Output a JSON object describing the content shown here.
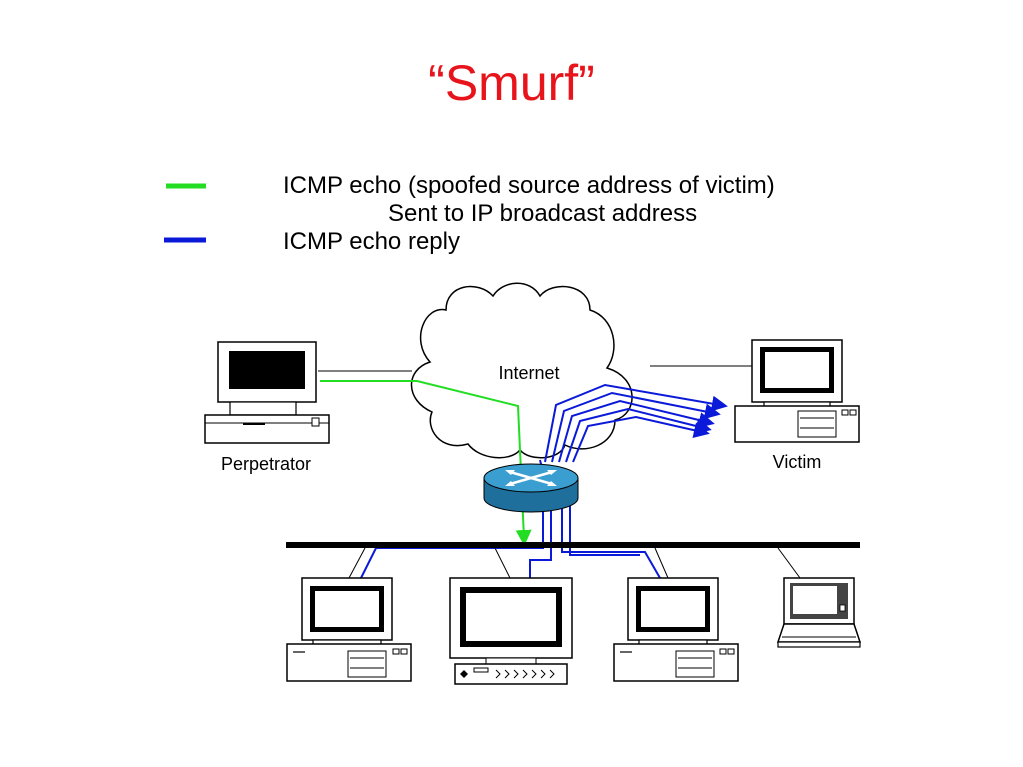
{
  "title": "“Smurf”",
  "legend": {
    "items": [
      {
        "color": "#22dd22",
        "text": "ICMP echo (spoofed source address of victim)"
      },
      {
        "color": "#0a1ad8",
        "text": "ICMP echo reply"
      }
    ],
    "subline": "Sent to IP broadcast address"
  },
  "nodes": {
    "internet_label": "Internet",
    "perpetrator_label": "Perpetrator",
    "victim_label": "Victim"
  },
  "colors": {
    "title": "#e8141b",
    "echo": "#22dd22",
    "reply": "#0a1ad8",
    "router": "#2a86b8",
    "bus": "#000000"
  }
}
